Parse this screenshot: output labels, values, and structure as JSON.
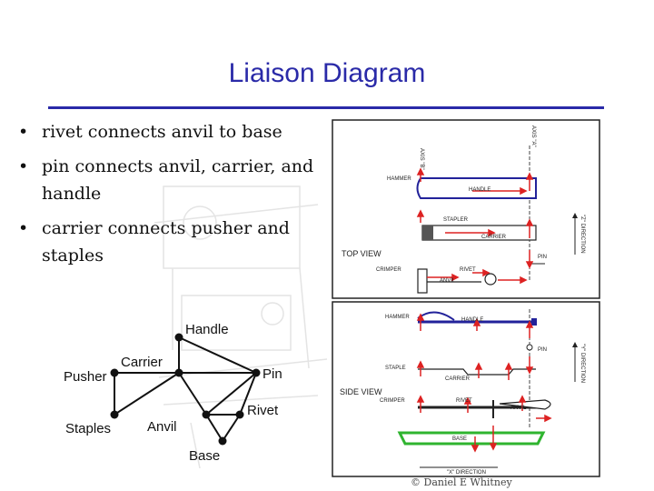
{
  "slide": {
    "title": "Liaison Diagram",
    "bullets": [
      "rivet connects anvil to base",
      "pin connects anvil, carrier, and handle",
      "carrier connects pusher and staples"
    ]
  },
  "liaison_graph": {
    "nodes": {
      "handle": "Handle",
      "carrier": "Carrier",
      "pusher": "Pusher",
      "pin": "Pin",
      "staples": "Staples",
      "anvil": "Anvil",
      "rivet": "Rivet",
      "base": "Base"
    }
  },
  "top_view": {
    "view_label": "TOP VIEW",
    "axis_label": "AXIS \"A\"",
    "axis_label_b": "AXIS \"B\"",
    "direction_label": "\"Z\" DIRECTION",
    "parts": {
      "hammer": "HAMMER",
      "handle": "HANDLE",
      "stapler": "STAPLER",
      "carrier": "CARRIER",
      "pin": "PIN",
      "crimper": "CRIMPER",
      "rivet": "RIVET",
      "anvil": "ANVIL"
    }
  },
  "side_view": {
    "view_label": "SIDE VIEW",
    "direction_label": "\"Y\" DIRECTION",
    "bottom_direction_label": "\"X\" DIRECTION",
    "parts": {
      "hammer": "HAMMER",
      "handle": "HANDLE",
      "pin": "PIN",
      "staple": "STAPLE",
      "carrier": "CARRIER",
      "crimper": "CRIMPER",
      "rivet": "RIVET",
      "anvil": "ANVIL",
      "base": "BASE"
    }
  },
  "copyright": "© Daniel E Whitney"
}
